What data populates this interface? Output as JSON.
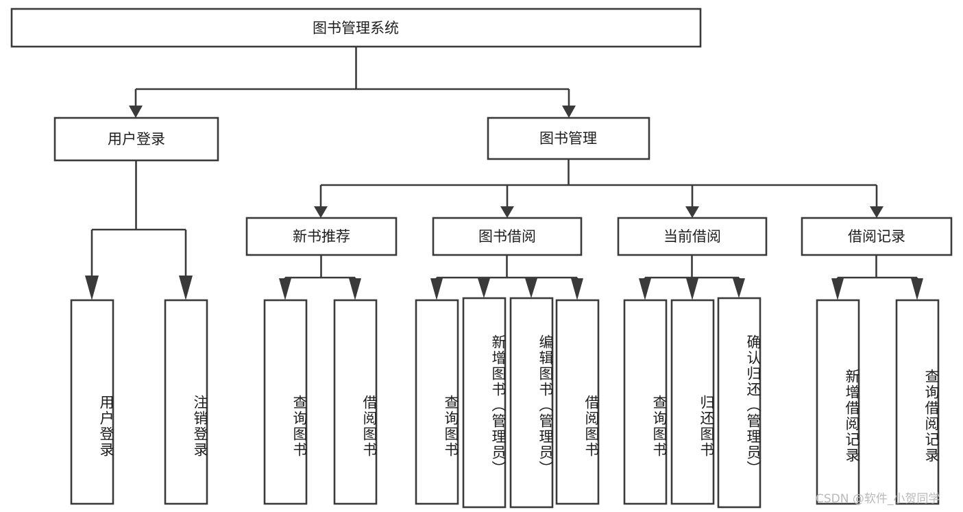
{
  "diagram": {
    "title": "图书管理系统",
    "type": "tree-hierarchy",
    "watermark": "CSDN @软件_小贺同学",
    "colors": {
      "stroke": "#3a3a3a",
      "fill": "#ffffff",
      "text": "#1d1d1d",
      "watermark": "#b9b9b9",
      "background": "#ffffff"
    },
    "root": {
      "label": "图书管理系统"
    },
    "level2": [
      {
        "label": "用户登录"
      },
      {
        "label": "图书管理"
      }
    ],
    "level3": [
      {
        "label": "新书推荐"
      },
      {
        "label": "图书借阅"
      },
      {
        "label": "当前借阅"
      },
      {
        "label": "借阅记录"
      }
    ],
    "leaves": {
      "user_login": [
        {
          "label": "用户登录"
        },
        {
          "label": "注销登录"
        }
      ],
      "new_book": [
        {
          "label": "查询图书"
        },
        {
          "label": "借阅图书"
        }
      ],
      "book_borrow": [
        {
          "label": "查询图书"
        },
        {
          "label": "新增图书（管理员）"
        },
        {
          "label": "编辑图书（管理员）"
        },
        {
          "label": "借阅图书"
        }
      ],
      "current_borrow": [
        {
          "label": "查询图书"
        },
        {
          "label": "归还图书"
        },
        {
          "label": "确认归还（管理员）"
        }
      ],
      "borrow_record": [
        {
          "label": "新增借阅记录"
        },
        {
          "label": "查询借阅记录"
        }
      ]
    }
  }
}
